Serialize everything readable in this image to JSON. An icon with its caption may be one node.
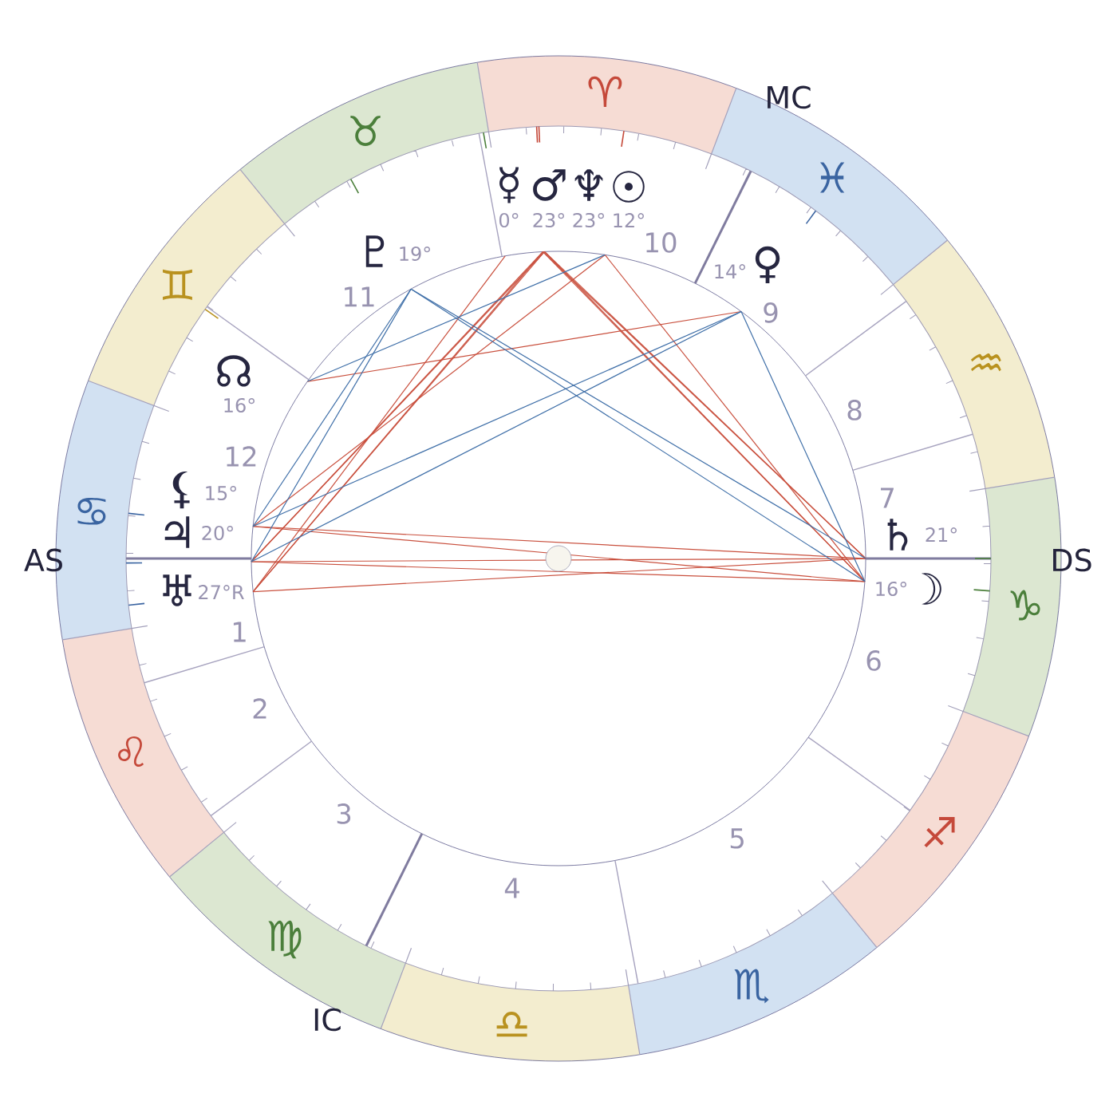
{
  "diagram": {
    "nodes": [
      {
        "text": [
          "♈"
        ]
      },
      {
        "text": [
          "♉"
        ]
      },
      {
        "text": [
          "♊"
        ]
      },
      {
        "text": [
          "♋"
        ]
      },
      {
        "text": [
          "♌"
        ]
      },
      {
        "text": [
          "♍"
        ]
      },
      {
        "text": [
          "♎"
        ]
      },
      {
        "text": [
          "♏"
        ]
      },
      {
        "text": [
          "♐"
        ]
      },
      {
        "text": [
          "♑"
        ]
      },
      {
        "text": [
          "♒"
        ]
      },
      {
        "text": [
          "♓"
        ]
      }
    ],
    "labels": [
      "MC",
      "☿",
      "0°",
      "♂",
      "23°",
      "♆",
      "23°",
      "☉",
      "12°",
      "10",
      "♇",
      "19°",
      "14°",
      "♀",
      "11",
      "9",
      "☊",
      "16°",
      "8",
      "12",
      "⚸",
      "15°",
      "7",
      "♃",
      "20°",
      "♄",
      "21°",
      "AS",
      "DS",
      "16°",
      "☽",
      "♅",
      "27°R",
      "1",
      "6",
      "2",
      "3",
      "5",
      "4",
      "IC"
    ]
  }
}
